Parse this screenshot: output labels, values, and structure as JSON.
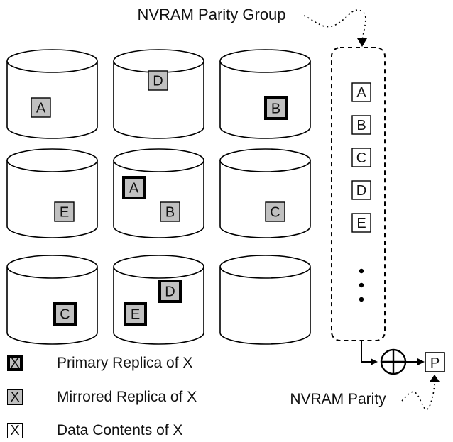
{
  "title": "NVRAM Parity Group",
  "parity_label": "NVRAM Parity",
  "parity_box": "P",
  "parity_group_items": [
    "A",
    "B",
    "C",
    "D",
    "E"
  ],
  "legend": {
    "primary": {
      "symbol": "X",
      "label": "Primary Replica of X"
    },
    "mirrored": {
      "symbol": "X",
      "label": "Mirrored Replica of X"
    },
    "data": {
      "symbol": "X",
      "label": "Data Contents of X"
    }
  },
  "colors": {
    "mirrored_fill": "#c0c0c0",
    "stroke": "#000000",
    "background": "#ffffff"
  },
  "disks": [
    {
      "name": "disk-1",
      "blocks": [
        {
          "letter": "A",
          "kind": "mirrored"
        }
      ]
    },
    {
      "name": "disk-2",
      "blocks": [
        {
          "letter": "D",
          "kind": "mirrored"
        }
      ]
    },
    {
      "name": "disk-3",
      "blocks": [
        {
          "letter": "B",
          "kind": "primary"
        }
      ]
    },
    {
      "name": "disk-4",
      "blocks": [
        {
          "letter": "E",
          "kind": "mirrored"
        }
      ]
    },
    {
      "name": "disk-5",
      "blocks": [
        {
          "letter": "A",
          "kind": "primary"
        },
        {
          "letter": "B",
          "kind": "mirrored"
        }
      ]
    },
    {
      "name": "disk-6",
      "blocks": [
        {
          "letter": "C",
          "kind": "mirrored"
        }
      ]
    },
    {
      "name": "disk-7",
      "blocks": [
        {
          "letter": "C",
          "kind": "primary"
        }
      ]
    },
    {
      "name": "disk-8",
      "blocks": [
        {
          "letter": "E",
          "kind": "primary"
        },
        {
          "letter": "D",
          "kind": "primary"
        }
      ]
    },
    {
      "name": "disk-9",
      "blocks": []
    }
  ]
}
